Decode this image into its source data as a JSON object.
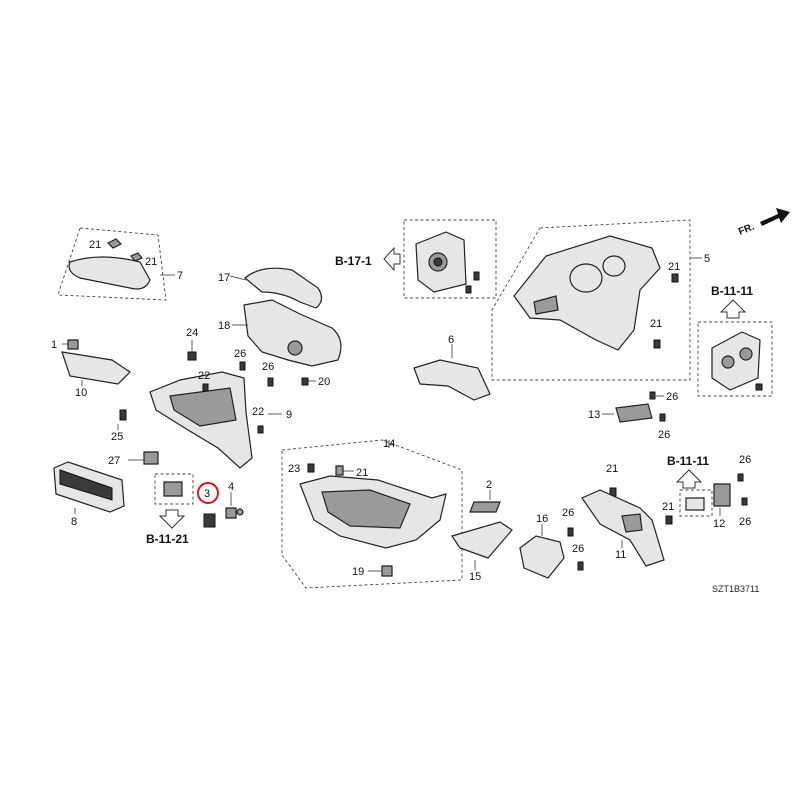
{
  "fr_label": "FR.",
  "diagram_code": "SZT1B3711",
  "refs": {
    "b17_1": "B-17-1",
    "b11_11_top": "B-11-11",
    "b11_11_right": "B-11-11",
    "b11_21": "B-11-21"
  },
  "callouts": {
    "c1": "1",
    "c2": "2",
    "c3": "3",
    "c4": "4",
    "c5": "5",
    "c6": "6",
    "c7": "7",
    "c8": "8",
    "c9": "9",
    "c10": "10",
    "c11": "11",
    "c12": "12",
    "c13": "13",
    "c14": "14",
    "c15": "15",
    "c16": "16",
    "c17": "17",
    "c18": "18",
    "c19": "19",
    "c20": "20",
    "c21a": "21",
    "c21b": "21",
    "c21c": "21",
    "c21d": "21",
    "c21e": "21",
    "c21f": "21",
    "c21g": "21",
    "c22a": "22",
    "c22b": "22",
    "c23": "23",
    "c24": "24",
    "c25": "25",
    "c26a": "26",
    "c26b": "26",
    "c26c": "26",
    "c26d": "26",
    "c26e": "26",
    "c26f": "26",
    "c26g": "26",
    "c26h": "26",
    "c27": "27"
  },
  "highlight": {
    "part": "3",
    "color": "#e0101a"
  }
}
